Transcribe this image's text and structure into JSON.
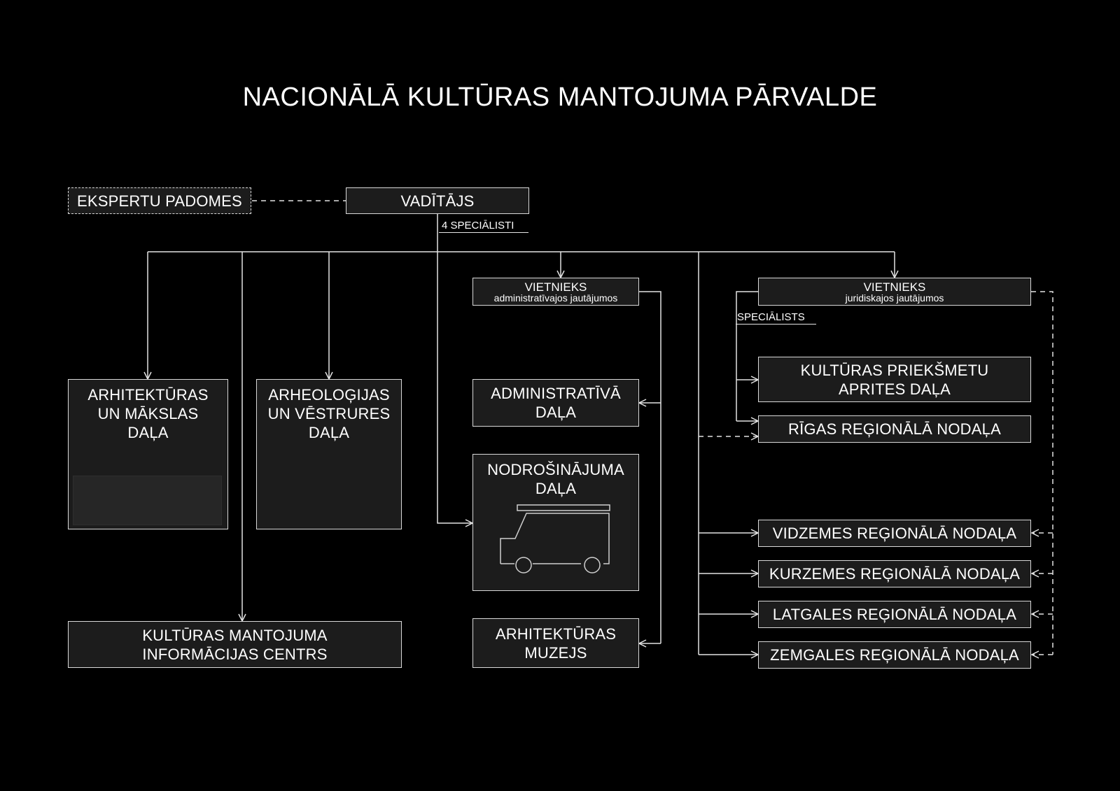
{
  "title": "NACIONĀLĀ KULTŪRAS MANTOJUMA PĀRVALDE",
  "nodes": {
    "expert_council": "EKSPERTU PADOMES",
    "director": "VADĪTĀJS",
    "director_note": "4 SPECIĀLISTI",
    "deputy_admin": {
      "title": "VIETNIEKS",
      "subtitle": "administratīvajos jautājumos"
    },
    "deputy_legal": {
      "title": "VIETNIEKS",
      "subtitle": "juridiskajos jautājumos"
    },
    "legal_specialist_note": "SPECIĀLISTS",
    "architecture_art": [
      "ARHITEKTŪRAS",
      "UN MĀKSLAS",
      "DAĻA"
    ],
    "archaeology_history": [
      "ARHEOLOĢIJAS",
      "UN VĒSTRURES",
      "DAĻA"
    ],
    "information_centre": [
      "KULTŪRAS MANTOJUMA",
      "INFORMĀCIJAS CENTRS"
    ],
    "administrative": [
      "ADMINISTRATĪVĀ",
      "DAĻA"
    ],
    "support": [
      "NODROŠINĀJUMA",
      "DAĻA"
    ],
    "architecture_museum": [
      "ARHITEKTŪRAS",
      "MUZEJS"
    ],
    "cultural_objects": [
      "KULTŪRAS PRIEKŠMETU",
      "APRITES DAĻA"
    ],
    "riga_regional": "RĪGAS REĢIONĀLĀ NODAĻA",
    "vidzeme_regional": "VIDZEMES REĢIONĀLĀ NODAĻA",
    "kurzeme_regional": "KURZEMES REĢIONĀLĀ NODAĻA",
    "latgale_regional": "LATGALES REĢIONĀLĀ NODAĻA",
    "zemgale_regional": "ZEMGALES REĢIONĀLĀ NODAĻA"
  },
  "colors": {
    "background": "#000000",
    "box_fill": "#1c1c1c",
    "line": "#e2e2e2"
  },
  "icons": [
    "van-icon"
  ]
}
